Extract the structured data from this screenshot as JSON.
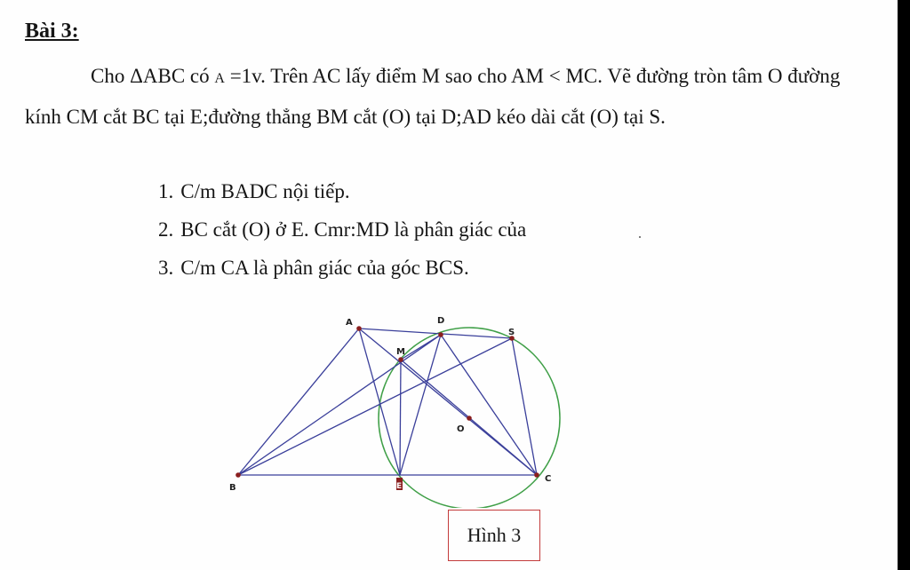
{
  "heading": "Bài 3:",
  "paragraph": {
    "p1": "Cho ΔABC có ",
    "angle_label": "A",
    "p2": " =1v. Trên AC lấy điểm M sao cho AM < MC. Vẽ đường tròn tâm O đường kính CM cắt BC tại E;đường thẳng BM cắt (O) tại D;AD kéo dài cắt (O) tại S."
  },
  "tasks": [
    {
      "num": "1.",
      "text": "C/m BADC nội tiếp."
    },
    {
      "num": "2.",
      "text": "BC cắt (O) ở E. Cmr:MD là phân giác của"
    },
    {
      "num": "3.",
      "text": "C/m CA là phân giác của góc BCS."
    }
  ],
  "figure": {
    "labels": {
      "A": "A",
      "D": "D",
      "S": "S",
      "M": "M",
      "O": "O",
      "B": "B",
      "E": "E",
      "C": "C"
    },
    "colors": {
      "segment": "#3a3f9a",
      "circle": "#3f9f47",
      "point": "#8a1f1f"
    }
  },
  "caption": "Hình 3"
}
